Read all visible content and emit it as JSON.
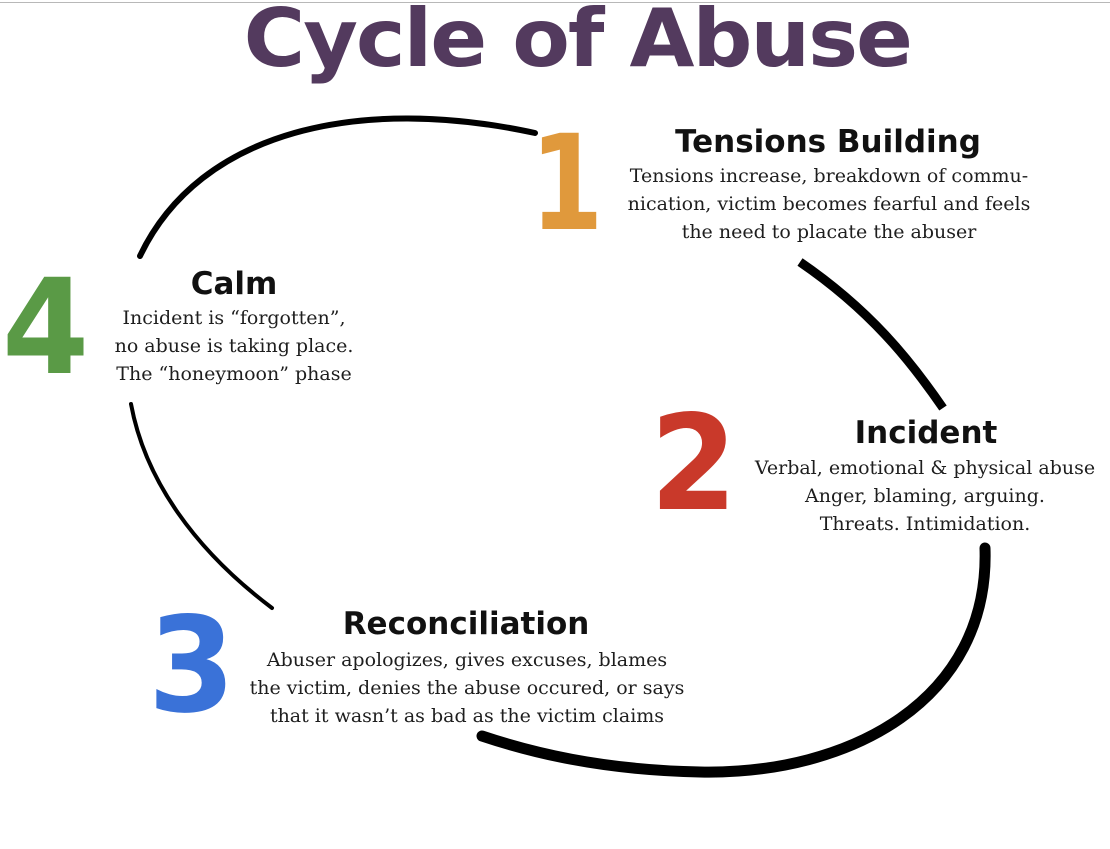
{
  "title": "Cycle of Abuse",
  "colors": {
    "title": "#533a5e",
    "stage1": "#e0993c",
    "stage2": "#c9392a",
    "stage3": "#3a72d8",
    "stage4": "#5a9a46",
    "arc": "#000000"
  },
  "stages": [
    {
      "number": "1",
      "heading": "Tensions Building",
      "lines": [
        "Tensions increase, breakdown of commu-",
        "nication, victim becomes fearful and feels",
        "the need to placate the abuser"
      ]
    },
    {
      "number": "2",
      "heading": "Incident",
      "lines": [
        "Verbal, emotional & physical abuse",
        "Anger, blaming, arguing.",
        "Threats.  Intimidation."
      ]
    },
    {
      "number": "3",
      "heading": "Reconciliation",
      "lines": [
        "Abuser apologizes, gives excuses, blames",
        "the victim, denies the abuse occured, or says",
        "that it wasn’t as bad as the victim claims"
      ]
    },
    {
      "number": "4",
      "heading": "Calm",
      "lines": [
        "Incident is “forgotten”,",
        "no abuse is taking place.",
        "The “honeymoon” phase"
      ]
    }
  ]
}
